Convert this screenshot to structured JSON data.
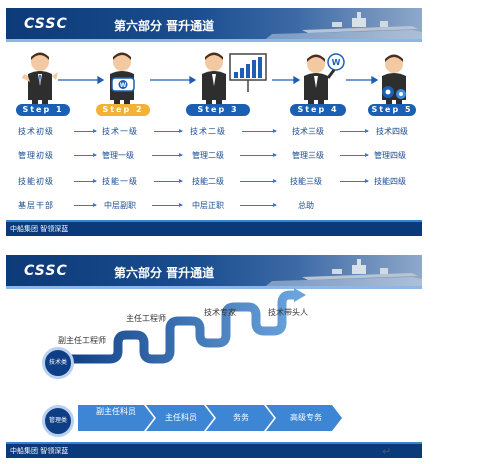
{
  "slide1": {
    "logo": "CSSC",
    "title": "第六部分  晋升通道",
    "footer": "中船集团   智领深蓝",
    "steps": [
      "Step 1",
      "Step 2",
      "Step 3",
      "Step 4",
      "Step 5"
    ],
    "rows": [
      [
        "技术初级",
        "技术一级",
        "技术二级",
        "技术三级",
        "技术四级"
      ],
      [
        "管理初级",
        "管理一级",
        "管理二级",
        "管理三级",
        "管理四级"
      ],
      [
        "技能初级",
        "技能一级",
        "技能二级",
        "技能三级",
        "技能四级"
      ],
      [
        "基层干部",
        "中层副职",
        "中层正职",
        "总助"
      ]
    ],
    "colors": {
      "header": "#0d3a78",
      "step": "#1a5fb4",
      "step_highlight": "#f2b233",
      "text": "#1a4b8f"
    }
  },
  "slide2": {
    "logo": "CSSC",
    "title": "第六部分  晋升通道",
    "footer": "中船集团   智领深蓝",
    "tech_start": "技术类",
    "tech_steps": [
      "副主任工程师",
      "主任工程师",
      "技术专家",
      "技术带头人"
    ],
    "mgmt_start": "管理类",
    "mgmt_steps": [
      "副主任科员",
      "主任科员",
      "务务",
      "高级专务"
    ]
  }
}
